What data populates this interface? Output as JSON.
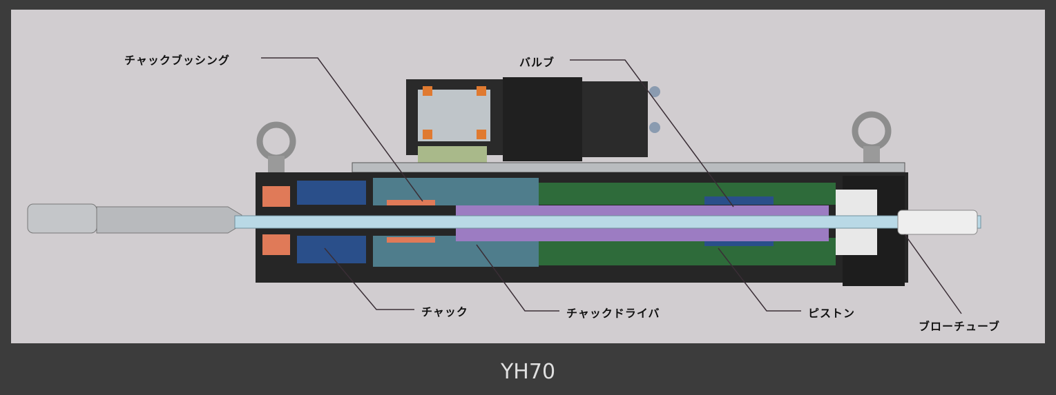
{
  "labels": {
    "chuck_bushing": "チャックブッシング",
    "valve": "バルブ",
    "chuck": "チャック",
    "chuck_driver": "チャックドライバ",
    "piston": "ピストン",
    "blow_tube": "ブローチューブ"
  },
  "caption": "YH70"
}
